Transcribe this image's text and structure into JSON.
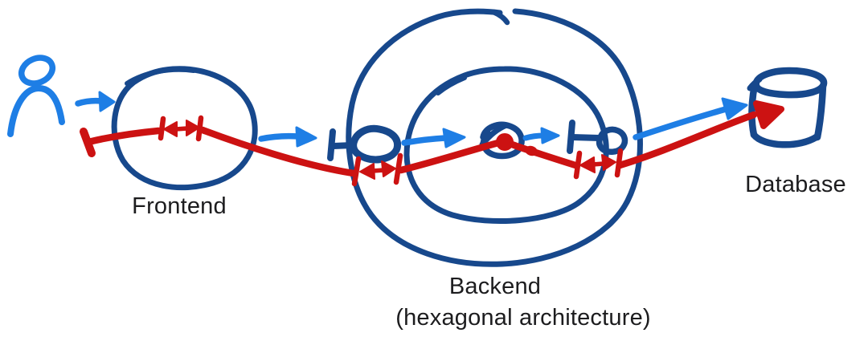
{
  "colors": {
    "dark_blue": "#17488c",
    "light_blue": "#1e7ee5",
    "red": "#cc1212",
    "text": "#1c1c1e",
    "background": "#ffffff"
  },
  "diagram": {
    "type": "hand-drawn architecture sketch",
    "labels": {
      "frontend": "Frontend",
      "backend": "Backend",
      "backend_note": "(hexagonal architecture)",
      "database": "Database"
    },
    "icons": {
      "user": "person-icon",
      "backend_ports": "lollipop-port-icon",
      "backend_core": "core-circle-icon",
      "database": "database-cylinder-icon"
    },
    "nodes": [
      {
        "id": "user",
        "icon": "person-icon",
        "label": ""
      },
      {
        "id": "frontend",
        "label": "Frontend",
        "shape": "circle"
      },
      {
        "id": "backend",
        "label": "Backend",
        "note": "(hexagonal architecture)",
        "shape": "two concentric circles with left/right lollipop ports and a core circle"
      },
      {
        "id": "database",
        "label": "Database",
        "icon": "database-cylinder-icon"
      }
    ],
    "flows": [
      {
        "from": "user",
        "to": "frontend",
        "color": "light_blue"
      },
      {
        "from": "frontend",
        "to": "backend-left-port",
        "color": "light_blue"
      },
      {
        "from": "backend-left-port",
        "to": "backend-core",
        "color": "light_blue"
      },
      {
        "from": "backend-core",
        "to": "backend-right-port",
        "color": "light_blue"
      },
      {
        "from": "backend-right-port",
        "to": "database",
        "color": "light_blue"
      },
      {
        "from": "user-side",
        "to": "database",
        "color": "red",
        "style": "trace line with three |<->| span markers at the frontend, backend-entry and backend-exit boundaries, a dot at the core and an arrowhead at the database"
      }
    ]
  }
}
